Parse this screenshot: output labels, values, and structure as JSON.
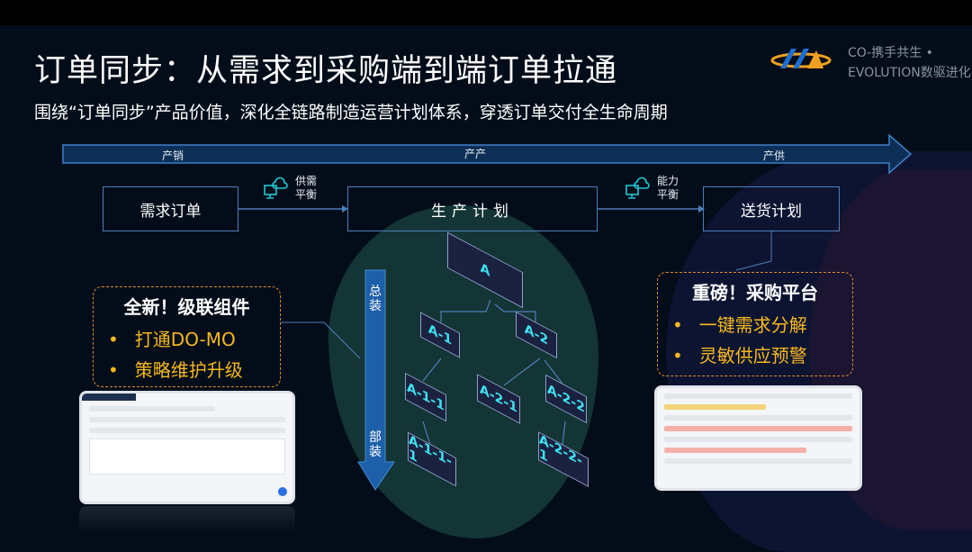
{
  "title": "订单同步：从需求到采购端到端订单拉通",
  "subtitle": "围绕“订单同步”产品价值，深化全链路制造运营计划体系，穿透订单交付全生命周期",
  "logo": {
    "line1": "CO-携手共生 •",
    "line2": "EVOLUTION数驱进化"
  },
  "phase_arrow": {
    "labels": [
      "产销",
      "产产",
      "产供"
    ]
  },
  "flow": {
    "demand": "需求订单",
    "balance1": [
      "供需",
      "平衡"
    ],
    "production": "生产计划",
    "balance2": [
      "能力",
      "平衡"
    ],
    "delivery": "送货计划"
  },
  "vertical_arrow": {
    "top": "总装",
    "bottom": "部装"
  },
  "tree": [
    "A",
    "A-1",
    "A-2",
    "A-1-1",
    "A-2-1",
    "A-2-2",
    "A-1-1-1",
    "A-2-2-1"
  ],
  "left_card": {
    "heading": "全新！级联组件",
    "items": [
      "打通DO-MO",
      "策略维护升级"
    ]
  },
  "right_card": {
    "heading": "重磅！采购平台",
    "items": [
      "一键需求分解",
      "灵敏供应预警"
    ]
  },
  "colors": {
    "accent": "#f6b81c",
    "border": "#4d7fb8",
    "dash": "#e08a2a",
    "icon": "#1fc7d4"
  }
}
